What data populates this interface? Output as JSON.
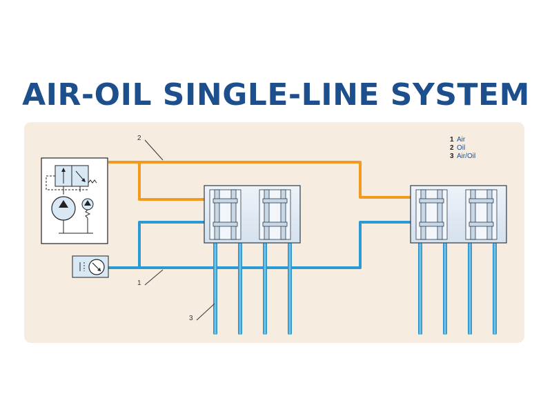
{
  "title": "AIR-OIL SINGLE-LINE SYSTEM",
  "legend": [
    {
      "num": "1",
      "label": "Air"
    },
    {
      "num": "2",
      "label": "Oil"
    },
    {
      "num": "3",
      "label": "Air/Oil"
    }
  ],
  "callouts": {
    "air": "1",
    "oil": "2",
    "air_oil": "3"
  },
  "colors": {
    "air": "#2b9ad3",
    "oil": "#f39a1e",
    "air_oil": "#2b9ad3",
    "panel": "#f6ecdf",
    "title": "#1d4f8c",
    "block_fill": "#e6eef6",
    "block_stroke": "#2a3a4a"
  }
}
